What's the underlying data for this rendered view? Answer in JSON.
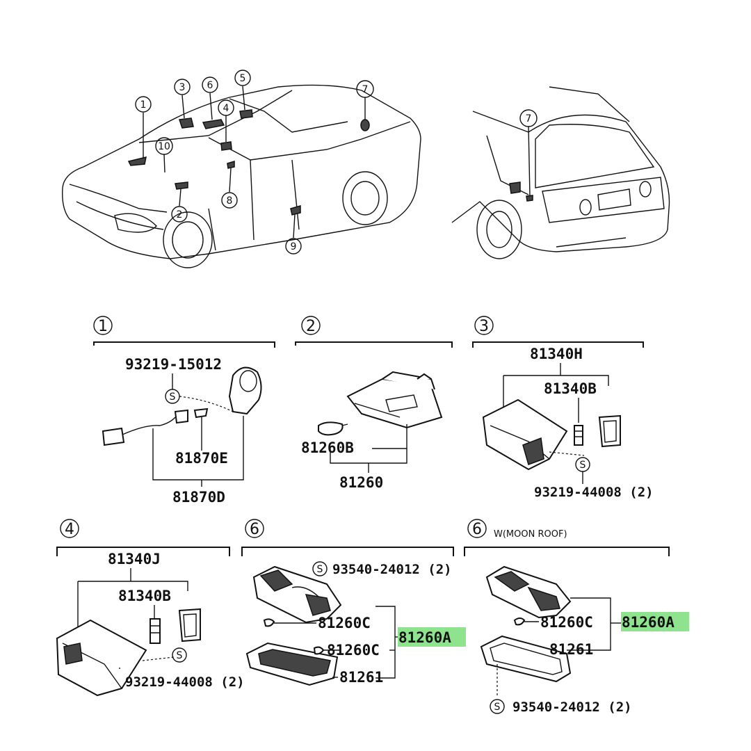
{
  "overview": {
    "callouts": [
      "1",
      "2",
      "3",
      "4",
      "5",
      "6",
      "7",
      "8",
      "9",
      "10"
    ],
    "rear_callout": "7"
  },
  "panels": [
    {
      "index": "1",
      "parts": [
        "93219-15012",
        "81870E",
        "81870D"
      ]
    },
    {
      "index": "2",
      "parts": [
        "81260B",
        "81260"
      ]
    },
    {
      "index": "3",
      "parts": [
        "81340H",
        "81340B",
        "93219-44008 (2)"
      ]
    },
    {
      "index": "4",
      "parts": [
        "81340J",
        "81340B",
        "93219-44008 (2)"
      ]
    },
    {
      "index": "6",
      "parts": [
        "93540-24012 (2)",
        "81260C",
        "81260C",
        "81261",
        "81260A"
      ]
    },
    {
      "index": "6",
      "note": "W(MOON ROOF)",
      "parts": [
        "81260C",
        "81260A",
        "81261",
        "93540-24012 (2)"
      ]
    }
  ],
  "highlight_color": "#8fe38f"
}
